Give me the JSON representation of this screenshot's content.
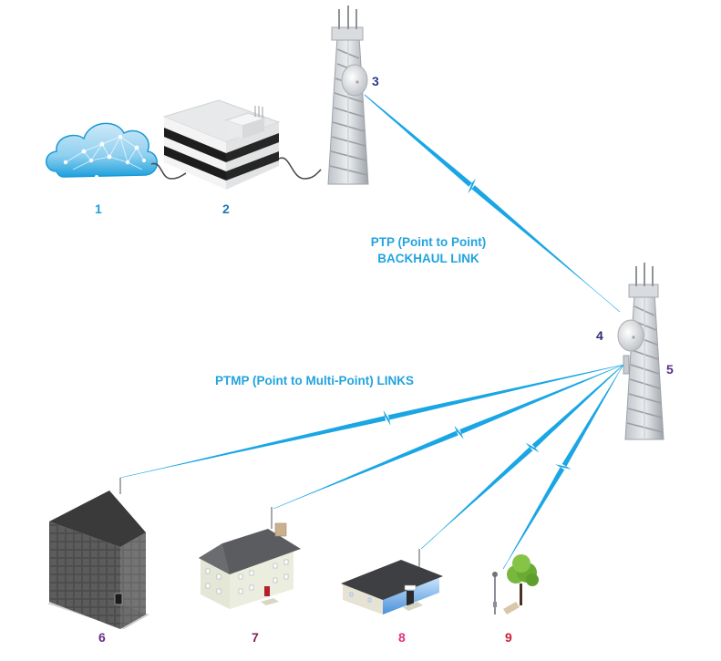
{
  "colors": {
    "link": "#1aa6e4",
    "caption": "#22a3df",
    "num1": "#1c9fdc",
    "num2": "#1f78b8",
    "num3": "#2a3a8c",
    "num4": "#2b2f6e",
    "num5": "#5b2d86",
    "num6": "#6a2b86",
    "num7": "#7e2358",
    "num8": "#e0317a",
    "num9": "#c8203a"
  },
  "captions": {
    "ptp_line1": "PTP (Point to Point)",
    "ptp_line2": "BACKHAUL LINK",
    "ptmp": "PTMP (Point to Multi-Point) LINKS"
  },
  "nodes": [
    {
      "id": "1",
      "label": "1",
      "icon": "cloud-network-icon",
      "name": "Internet cloud"
    },
    {
      "id": "2",
      "label": "2",
      "icon": "data-center-building-icon",
      "name": "Core network / data center"
    },
    {
      "id": "3",
      "label": "3",
      "icon": "tower-dish-icon",
      "name": "Backhaul tower with dish"
    },
    {
      "id": "4",
      "label": "4",
      "icon": "dish-antenna-icon",
      "name": "Backhaul dish on hub tower"
    },
    {
      "id": "5",
      "label": "5",
      "icon": "tower-icon",
      "name": "PTMP base station tower"
    },
    {
      "id": "6",
      "label": "6",
      "icon": "office-building-icon",
      "name": "Office tower"
    },
    {
      "id": "7",
      "label": "7",
      "icon": "house-icon",
      "name": "Residential house"
    },
    {
      "id": "8",
      "label": "8",
      "icon": "storefront-icon",
      "name": "Small business"
    },
    {
      "id": "9",
      "label": "9",
      "icon": "park-streetlight-icon",
      "name": "Park / street light"
    }
  ],
  "links": [
    {
      "from": "3",
      "to": "4",
      "type": "PTP"
    },
    {
      "from": "5",
      "to": "6",
      "type": "PTMP"
    },
    {
      "from": "5",
      "to": "7",
      "type": "PTMP"
    },
    {
      "from": "5",
      "to": "8",
      "type": "PTMP"
    },
    {
      "from": "5",
      "to": "9",
      "type": "PTMP"
    }
  ]
}
